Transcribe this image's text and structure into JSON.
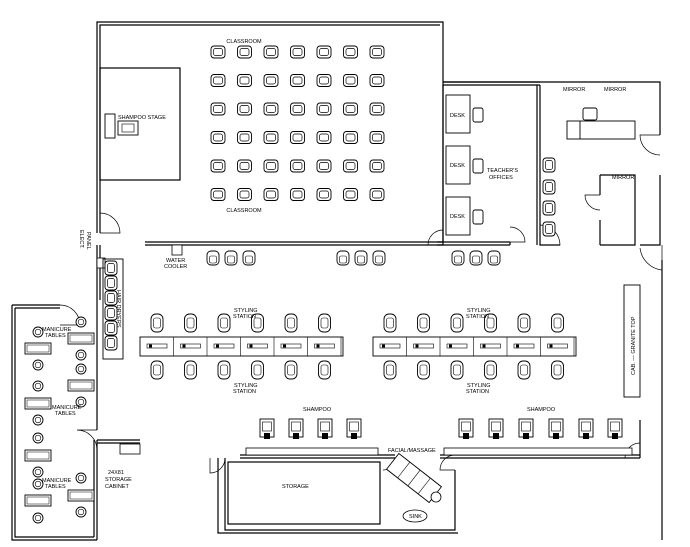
{
  "labels": {
    "classroom_top": "CLASSROOM",
    "classroom_bottom": "CLASSROOM",
    "shampoo_stage": "SHAMPOO STAGE",
    "desk_1": "DESK",
    "desk_2": "DESK",
    "desk_3": "DESK",
    "teachers_offices_line1": "TEACHER'S",
    "teachers_offices_line2": "OFFICES",
    "mirror_1": "MIRROR",
    "mirror_2": "MIRROR",
    "mirror_3": "MIRROR",
    "elect_panel_line1": "ELECT.",
    "elect_panel_line2": "PANEL",
    "water_cooler_line1": "WATER",
    "water_cooler_line2": "COOLER",
    "hair_dryers": "HAIR DRYERS",
    "manicure_tables_1_line1": "MANICURE",
    "manicure_tables_1_line2": "TABLES",
    "manicure_tables_2_line1": "MANICURE",
    "manicure_tables_2_line2": "TABLES",
    "manicure_tables_3_line1": "MANICURE",
    "manicure_tables_3_line2": "TABLES",
    "styling_station_1_line1": "STYLING",
    "styling_station_1_line2": "STATION",
    "styling_station_2_line1": "STYLING",
    "styling_station_2_line2": "STATION",
    "styling_station_3_line1": "STYLING",
    "styling_station_3_line2": "STATION",
    "styling_station_4_line1": "STYLING",
    "styling_station_4_line2": "STATION",
    "cab_granite_top": "CAB. — GRANITE TOP",
    "shampoo_1": "SHAMPOO",
    "shampoo_2": "SHAMPOO",
    "storage_cabinet_line1": "24X81",
    "storage_cabinet_line2": "STORAGE",
    "storage_cabinet_line3": "CABINET",
    "storage": "STORAGE",
    "facial_massage": "FACIAL/MASSAGE",
    "sink": "SINK"
  }
}
